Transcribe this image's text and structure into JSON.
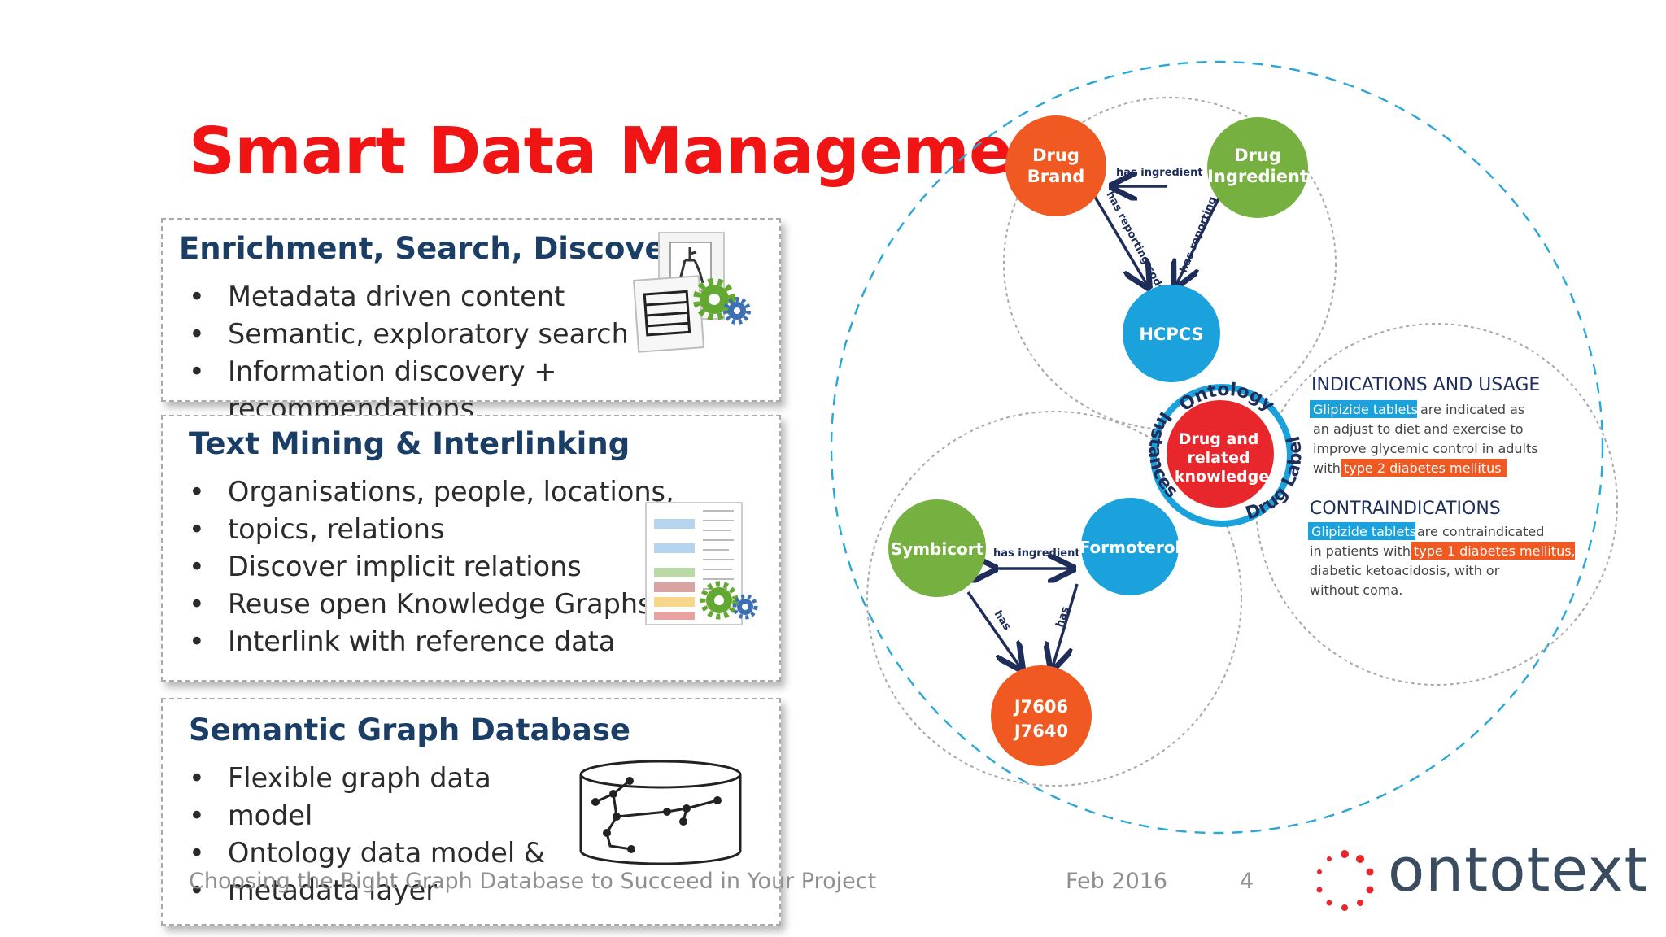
{
  "title": "Smart Data Management",
  "panels": [
    {
      "heading": "Enrichment, Search, Discovery",
      "bullets": [
        "Metadata driven content",
        "Semantic, exploratory search",
        "Information discovery + recommendations"
      ]
    },
    {
      "heading": "Text Mining & Interlinking",
      "bullets": [
        "Organisations, people, locations,",
        "topics, relations",
        "Discover implicit relations",
        "Reuse open Knowledge Graphs",
        "Interlink with reference data"
      ]
    },
    {
      "heading": "Semantic Graph Database",
      "bullets": [
        "Flexible graph data",
        "model",
        "Ontology data model &",
        "metadata layer"
      ]
    }
  ],
  "diagram": {
    "nodes": {
      "drug_brand": [
        "Drug",
        "Brand"
      ],
      "drug_ingredient": [
        "Drug",
        "Ingredient"
      ],
      "hcpcs": "HCPCS",
      "center": [
        "Drug and",
        "related",
        "knowledge"
      ],
      "symbicort": "Symbicort",
      "formoterol": "Formoterol",
      "codes": [
        "J7606",
        "J7640"
      ]
    },
    "ring_labels": {
      "ontology": "Ontology",
      "instances": "Instances",
      "drug_label": "Drug Label"
    },
    "edges": {
      "has_ingredient_top": "has ingredient",
      "has_reporting_code_left": "has reporting code",
      "has_reporting_code_right": "has reporting code",
      "has_ingredient_bottom": "has ingredient",
      "has_left": "has",
      "has_right": "has"
    },
    "indications": {
      "heading": "INDICATIONS AND USAGE",
      "highlight_drug": "Glipizide tablets",
      "text1": "are indicated as",
      "line2": "an adjust to diet and exercise to",
      "line3": "improve glycemic control in adults",
      "line4_prefix": "with",
      "highlight_condition": "type 2 diabetes mellitus"
    },
    "contraindications": {
      "heading": "CONTRAINDICATIONS",
      "highlight_drug": "Glipizide tablets",
      "text1": "are contraindicated",
      "line2_prefix": "in patients with",
      "highlight_condition": "type 1 diabetes mellitus,",
      "line3": "diabetic ketoacidosis, with or",
      "line4": "without coma."
    }
  },
  "footer": {
    "subtitle": "Choosing the Right Graph Database to Succeed in Your Project",
    "date": "Feb 2016",
    "page": "4"
  },
  "logo": {
    "text": "ontotext"
  },
  "colors": {
    "title": "#f01414",
    "heading": "#1b3e66",
    "orange": "#f05a22",
    "green": "#76b041",
    "blue": "#1ba1dc",
    "red": "#e8272c"
  }
}
